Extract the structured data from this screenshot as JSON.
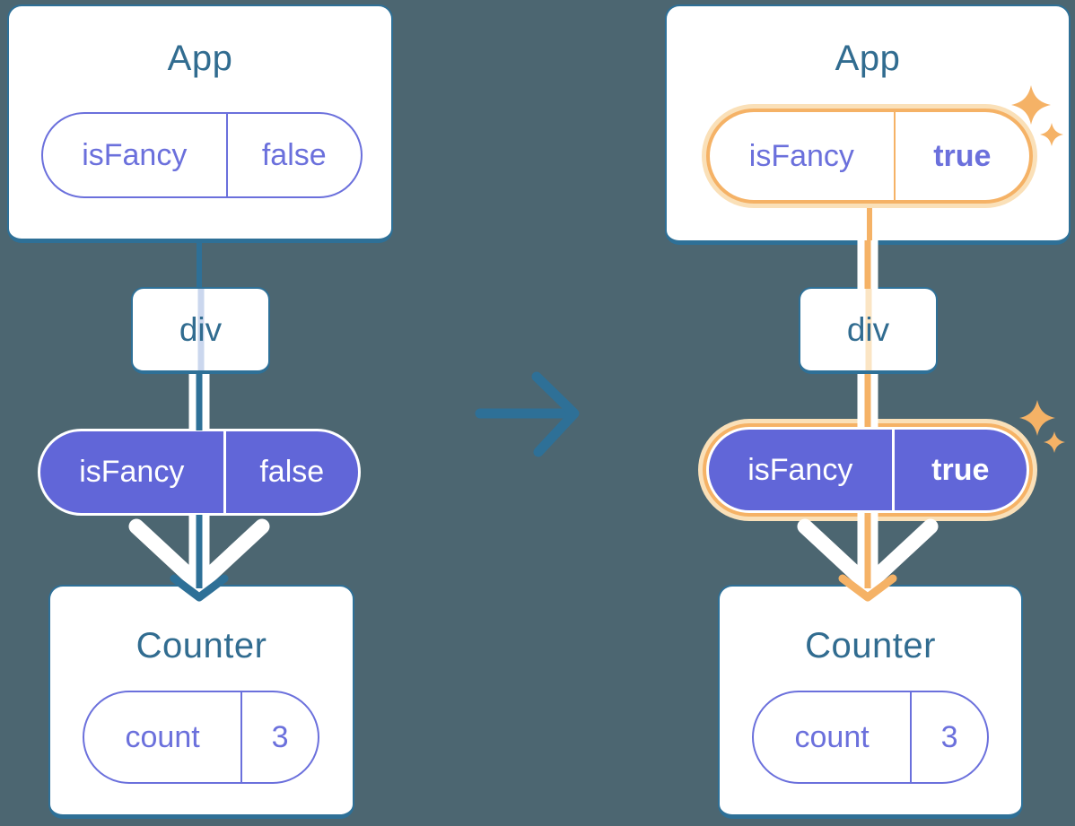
{
  "colors": {
    "background": "#4C6671",
    "steel": "#2E7097",
    "steel_text": "#316C90",
    "purple": "#6B70DC",
    "purple_fill": "#6166D8",
    "orange": "#F5B266",
    "orange_glow": "#FAE0B8",
    "pass_line_blue": "#CBD7EE",
    "pass_line_orange": "#FBE5C4"
  },
  "left_tree": {
    "app": {
      "title": "App",
      "prop": {
        "name": "isFancy",
        "value": "false"
      },
      "highlighted": false
    },
    "div": {
      "label": "div"
    },
    "prop_pill": {
      "name": "isFancy",
      "value": "false",
      "highlighted": false
    },
    "counter": {
      "title": "Counter",
      "state": {
        "name": "count",
        "value": "3"
      }
    }
  },
  "right_tree": {
    "app": {
      "title": "App",
      "prop": {
        "name": "isFancy",
        "value": "true"
      },
      "highlighted": true
    },
    "div": {
      "label": "div"
    },
    "prop_pill": {
      "name": "isFancy",
      "value": "true",
      "highlighted": true
    },
    "counter": {
      "title": "Counter",
      "state": {
        "name": "count",
        "value": "3"
      }
    }
  },
  "icons": {
    "transition_arrow": "right-arrow",
    "sparkles": "four-point-star",
    "flow_arrows": "down-arrow"
  }
}
